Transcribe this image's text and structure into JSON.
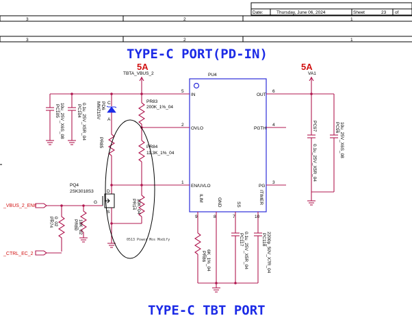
{
  "header": {
    "date_label": "Date:",
    "date_value": "Thursday, June 06, 2024",
    "sheet_label": "Sheet",
    "sheet_number": "23",
    "of_label": "of",
    "zone_top": [
      "3",
      "2",
      "1"
    ],
    "zone_bottom": [
      "3",
      "2",
      "1"
    ]
  },
  "titles": {
    "top": "TYPE-C PORT(PD-IN)",
    "bottom": "TYPE-C TBT PORT",
    "current_left": "5A",
    "current_right": "5A"
  },
  "nets": {
    "vbus_in": "TBTA_VBUS_2",
    "vout": "VA1",
    "en": "_VBUS_2_EN#",
    "ctrl": "_CTRL_EC_2"
  },
  "ic": {
    "ref": "PU4",
    "pins_left": [
      {
        "num": "5",
        "name": "IN"
      },
      {
        "num": "2",
        "name": "OVLO"
      },
      {
        "num": "1",
        "name": "EN/UVLO"
      }
    ],
    "pins_right": [
      {
        "num": "6",
        "name": "OUT"
      },
      {
        "num": "4",
        "name": "PGTH"
      },
      {
        "num": "3",
        "name": "PG"
      }
    ],
    "pins_bottom": [
      {
        "num": "9",
        "name": "ILIM"
      },
      {
        "num": "8",
        "name": "GND"
      },
      {
        "num": "7",
        "name": "SS"
      },
      {
        "num": "10",
        "name": "ITIMER"
      }
    ]
  },
  "components": {
    "pr83": {
      "ref": "PR83",
      "value": "200K_1%_04"
    },
    "pr84": {
      "ref": "PR84",
      "value": "11.3K_1%_04"
    },
    "pd6": {
      "ref": "PD6",
      "value": "MMZ15V"
    },
    "pd6_a": "A",
    "pd6_c": "C",
    "pr85": {
      "ref": "PR85"
    },
    "pr14": {
      "ref": "PR14",
      "value": "10K_04"
    },
    "pq4": {
      "ref": "PQ4",
      "value": "2SK3018S3"
    },
    "pq4_g": "G",
    "pq4_d": "D",
    "pq4_s": "S",
    "pr80": {
      "ref": "PR80",
      "value": "10K_02"
    },
    "pr74": {
      "ref": "PR74",
      "value": "0_02"
    },
    "pc105": {
      "ref": "PC105",
      "value": "10u_25V_X6S_08"
    },
    "pc104": {
      "ref": "PC104",
      "value": "0.1u_25V_X5R_04"
    },
    "pc97": {
      "ref": "PC97",
      "value": "0.1u_25V_X5R_04"
    },
    "pc96": {
      "ref": "PC96",
      "value": "10u_25V_X6S_08"
    },
    "pr86": {
      "ref": "PR86",
      "value": "6K_1%_04"
    },
    "pc117": {
      "ref": "PC117",
      "value": "0.1u_25V_X5R_04"
    },
    "pc118": {
      "ref": "PC118",
      "value": "2200p_50V_X7R_04"
    }
  },
  "annotation": "0513 Power Mos Modify",
  "colors": {
    "wire": "#b0174f",
    "title": "#1c2be6",
    "current": "#d11010",
    "ic_outline": "#2b2bd9"
  }
}
